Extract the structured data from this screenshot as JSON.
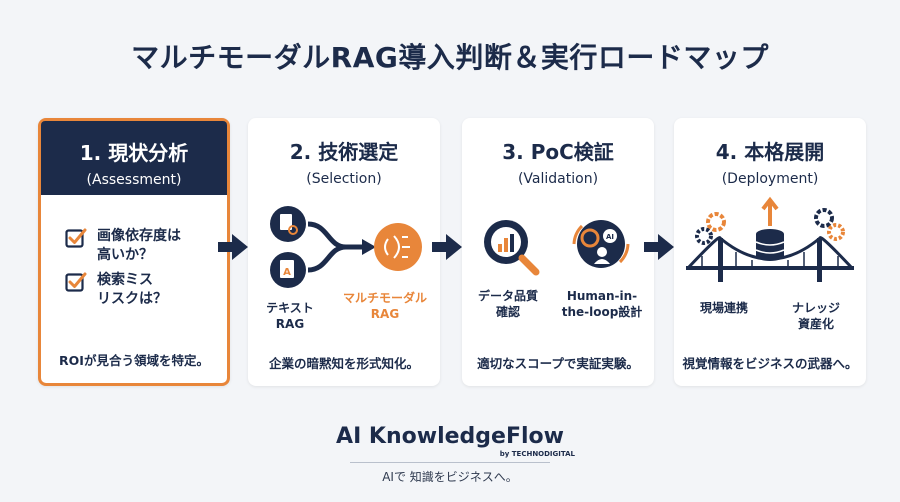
{
  "title": "マルチモーダルRAG導入判断＆実行ロードマップ",
  "steps": [
    {
      "title": "1. 現状分析",
      "subtitle": "(Assessment)",
      "checks": [
        "画像依存度は\n高いか？",
        "検索ミス\nリスクは？"
      ],
      "footer": "ROIが見合う領域を特定。"
    },
    {
      "title": "2. 技術選定",
      "subtitle": "(Selection)",
      "left_label": "テキスト\nRAG",
      "right_label": "マルチモーダル\nRAG",
      "footer": "企業の暗黙知を形式知化。"
    },
    {
      "title": "3. PoC検証",
      "subtitle": "(Validation)",
      "left_label": "データ品質\n確認",
      "right_label": "Human-in-\nthe-loop設計",
      "footer": "適切なスコープで実証実験。"
    },
    {
      "title": "4. 本格展開",
      "subtitle": "(Deployment)",
      "left_label": "現場連携",
      "right_label": "ナレッジ\n資産化",
      "footer": "視覚情報をビジネスの武器へ。"
    }
  ],
  "brand": {
    "name": "AI KnowledgeFlow",
    "by": "by TECHNODIGITAL",
    "tagline": "AIで 知識をビジネスへ。"
  },
  "colors": {
    "navy": "#1c2b4a",
    "orange": "#e8863a",
    "background": "#f3f5f8"
  }
}
